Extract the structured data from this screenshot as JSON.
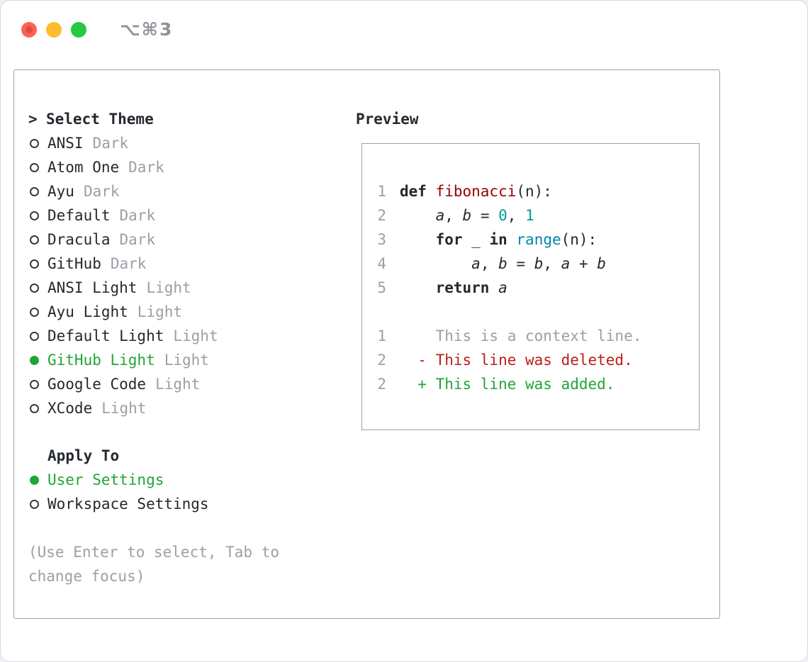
{
  "window": {
    "title": "⌥⌘3",
    "traffic_lights": [
      "close-button",
      "minimize-button",
      "zoom-button"
    ]
  },
  "colors": {
    "foreground": "#24292e",
    "muted_gray": "#9aa0a6",
    "accent_green": "#1fa637",
    "function_red": "#990000",
    "number_teal": "#009999",
    "builtin_blue": "#0086b3",
    "deleted_red": "#b82017",
    "added_green": "#1fa637",
    "traffic_red": "#ff5f57",
    "traffic_yellow": "#febc2e",
    "traffic_green": "#28c840"
  },
  "theme_selector": {
    "header_prefix": ">",
    "header": "Select Theme",
    "themes": [
      {
        "name": "ANSI",
        "variant": "Dark",
        "selected": false
      },
      {
        "name": "Atom One",
        "variant": "Dark",
        "selected": false
      },
      {
        "name": "Ayu",
        "variant": "Dark",
        "selected": false
      },
      {
        "name": "Default",
        "variant": "Dark",
        "selected": false
      },
      {
        "name": "Dracula",
        "variant": "Dark",
        "selected": false
      },
      {
        "name": "GitHub",
        "variant": "Dark",
        "selected": false
      },
      {
        "name": "ANSI Light",
        "variant": "Light",
        "selected": false
      },
      {
        "name": "Ayu Light",
        "variant": "Light",
        "selected": false
      },
      {
        "name": "Default Light",
        "variant": "Light",
        "selected": false
      },
      {
        "name": "GitHub Light",
        "variant": "Light",
        "selected": true
      },
      {
        "name": "Google Code",
        "variant": "Light",
        "selected": false
      },
      {
        "name": "XCode",
        "variant": "Light",
        "selected": false
      }
    ],
    "apply_to": {
      "header": "Apply To",
      "options": [
        {
          "label": "User Settings",
          "selected": true
        },
        {
          "label": "Workspace Settings",
          "selected": false
        }
      ]
    },
    "hint_lines": [
      "(Use Enter to select, Tab to",
      "change focus)"
    ]
  },
  "preview": {
    "header": "Preview",
    "lines": [
      {
        "num": "1",
        "tokens": [
          {
            "t": "def ",
            "c": "fg",
            "b": true
          },
          {
            "t": "fibonacci",
            "c": "func"
          },
          {
            "t": "(n):",
            "c": "fg"
          }
        ]
      },
      {
        "num": "2",
        "tokens": [
          {
            "t": "    ",
            "c": "fg"
          },
          {
            "t": "a",
            "c": "fg",
            "i": true
          },
          {
            "t": ", ",
            "c": "fg"
          },
          {
            "t": "b",
            "c": "fg",
            "i": true
          },
          {
            "t": " = ",
            "c": "fg"
          },
          {
            "t": "0",
            "c": "num"
          },
          {
            "t": ", ",
            "c": "fg"
          },
          {
            "t": "1",
            "c": "num"
          }
        ]
      },
      {
        "num": "3",
        "tokens": [
          {
            "t": "    ",
            "c": "fg"
          },
          {
            "t": "for",
            "c": "fg",
            "b": true
          },
          {
            "t": " _ ",
            "c": "fg"
          },
          {
            "t": "in",
            "c": "fg",
            "b": true
          },
          {
            "t": " ",
            "c": "fg"
          },
          {
            "t": "range",
            "c": "builtin"
          },
          {
            "t": "(n):",
            "c": "fg"
          }
        ]
      },
      {
        "num": "4",
        "tokens": [
          {
            "t": "        ",
            "c": "fg"
          },
          {
            "t": "a",
            "c": "fg",
            "i": true
          },
          {
            "t": ", ",
            "c": "fg"
          },
          {
            "t": "b",
            "c": "fg",
            "i": true
          },
          {
            "t": " = ",
            "c": "fg"
          },
          {
            "t": "b",
            "c": "fg",
            "i": true
          },
          {
            "t": ", ",
            "c": "fg"
          },
          {
            "t": "a",
            "c": "fg",
            "i": true
          },
          {
            "t": " + ",
            "c": "fg"
          },
          {
            "t": "b",
            "c": "fg",
            "i": true
          }
        ]
      },
      {
        "num": "5",
        "tokens": [
          {
            "t": "    ",
            "c": "fg"
          },
          {
            "t": "return",
            "c": "fg",
            "b": true
          },
          {
            "t": " ",
            "c": "fg"
          },
          {
            "t": "a",
            "c": "fg",
            "i": true
          }
        ]
      },
      {
        "num": "",
        "tokens": []
      },
      {
        "num": "1",
        "tokens": [
          {
            "t": "    This is a context line.",
            "c": "gray"
          }
        ]
      },
      {
        "num": "2",
        "tokens": [
          {
            "t": "  - This line was deleted.",
            "c": "del"
          }
        ]
      },
      {
        "num": "2",
        "tokens": [
          {
            "t": "  + This line was added.",
            "c": "add"
          }
        ]
      }
    ]
  }
}
